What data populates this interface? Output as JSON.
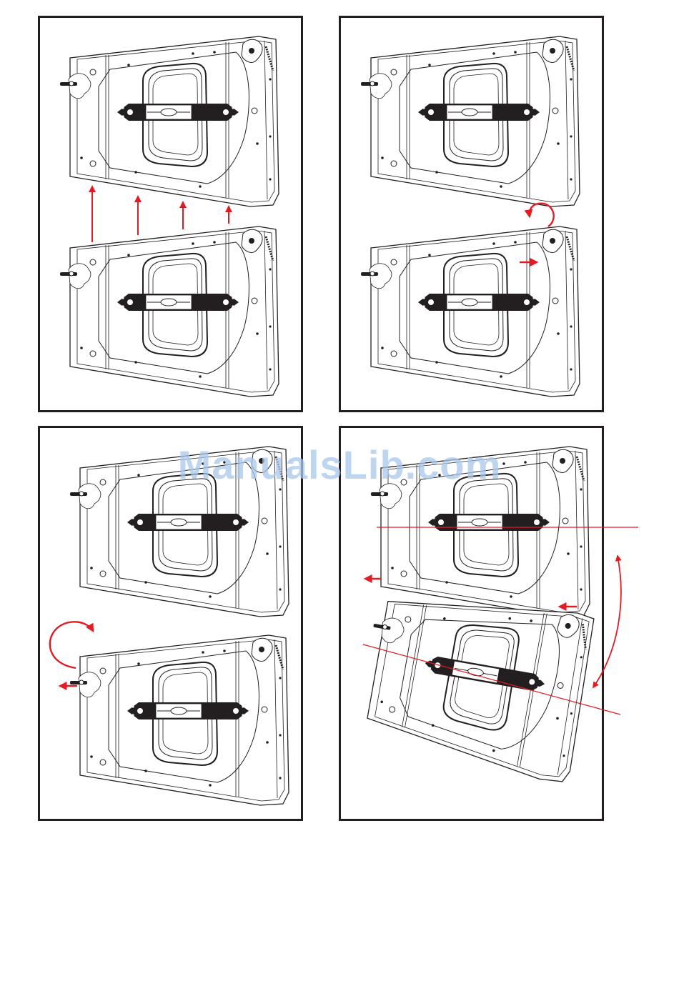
{
  "watermark": {
    "text": "ManualsLib.com"
  },
  "colors": {
    "line": "#231f20",
    "arrow": "#e31b23",
    "watermark": "#a9c8ec"
  },
  "panels": [
    {
      "name": "step-1-align-cabinets",
      "arrow_icons": [
        "up-arrow-icon",
        "up-arrow-icon",
        "up-arrow-icon",
        "up-arrow-icon"
      ]
    },
    {
      "name": "step-2-rotate-hook",
      "arrow_icons": [
        "rotate-arrow-icon",
        "right-arrow-icon"
      ]
    },
    {
      "name": "step-3-insert-pin",
      "arrow_icons": [
        "rotate-arrow-icon",
        "left-arrow-icon"
      ]
    },
    {
      "name": "step-4-set-angle",
      "arrow_icons": [
        "left-arrow-icon",
        "left-arrow-icon",
        "curved-double-arrow-icon"
      ]
    }
  ]
}
